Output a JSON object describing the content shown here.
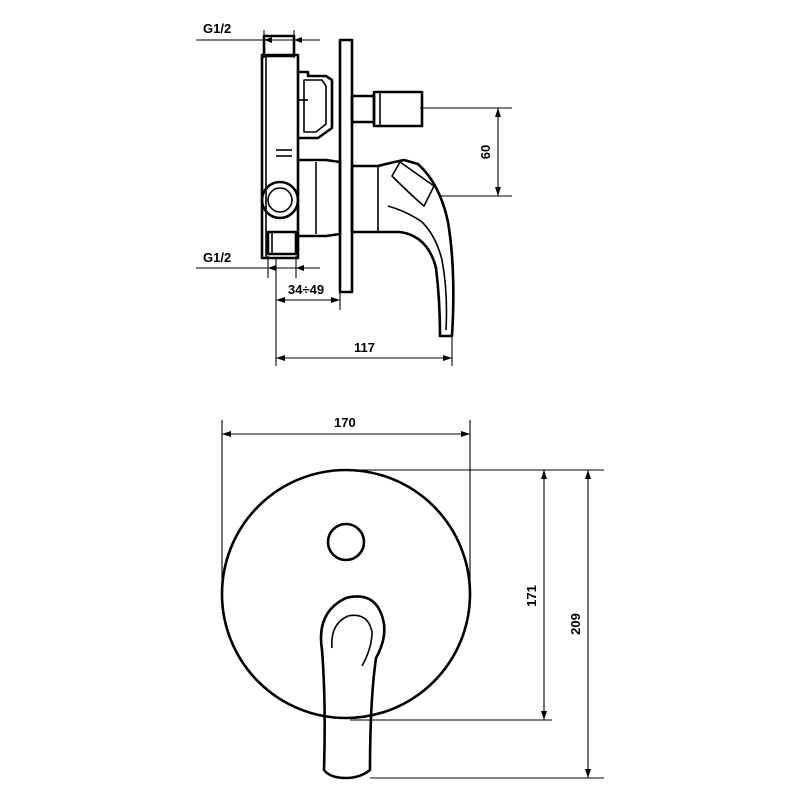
{
  "dimensions": {
    "thread_top": "G1/2",
    "thread_bottom": "G1/2",
    "depth_range": "34÷49",
    "overall_depth": "117",
    "outlet_spacing": "60",
    "plate_width": "170",
    "handle_height": "171",
    "overall_height": "209"
  }
}
